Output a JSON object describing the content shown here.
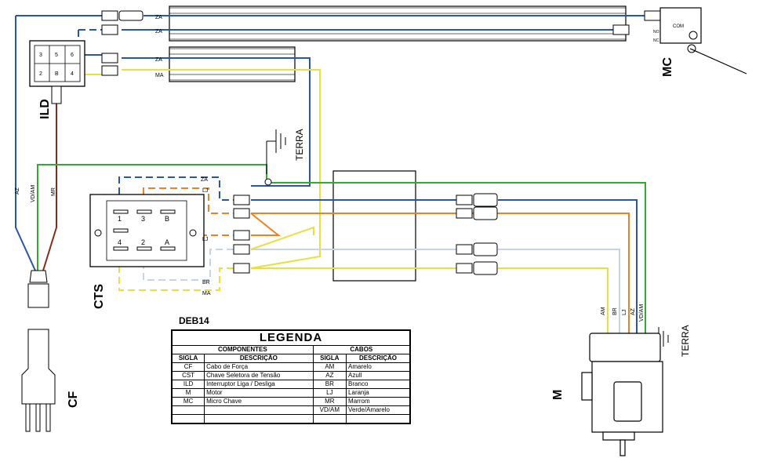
{
  "diagram": {
    "code": "DEB14",
    "components": {
      "ild": "ILD",
      "mc": "MC",
      "cts": "CTS",
      "cf": "CF",
      "motor": "M"
    },
    "ground_labels": [
      "TERRA",
      "TERRA"
    ],
    "wire_tags_top": [
      "ZA",
      "ZA",
      "ZA",
      "MA"
    ],
    "wire_tags_cts": [
      "ZA",
      "LJ",
      "LJ",
      "BR",
      "MA"
    ],
    "cable_labels_cf": [
      "AZ",
      "VD/AM",
      "MR"
    ],
    "motor_wire_labels": [
      "AM",
      "BR",
      "LJ",
      "AZ",
      "VD/AM"
    ],
    "microswitch_terminals": [
      "COM",
      "NO",
      "NC"
    ],
    "cts_terminals": [
      "1",
      "3",
      "B",
      "4",
      "2",
      "A"
    ],
    "ild_terminals": [
      "3",
      "5",
      "6",
      "2",
      "B",
      "4"
    ]
  },
  "legend": {
    "title": "LEGENDA",
    "components_header": "COMPONENTES",
    "cables_header": "CABOS",
    "col_sigla": "SIGLA",
    "col_descricao": "DESCRIÇÃO",
    "components": [
      {
        "sigla": "CF",
        "descricao": "Cabo de Força"
      },
      {
        "sigla": "CST",
        "descricao": "Chave Seletora de Tensão"
      },
      {
        "sigla": "ILD",
        "descricao": "Interruptor Liga / Desliga"
      },
      {
        "sigla": "M",
        "descricao": "Motor"
      },
      {
        "sigla": "MC",
        "descricao": "Micro Chave"
      },
      {
        "sigla": "",
        "descricao": ""
      },
      {
        "sigla": "",
        "descricao": ""
      }
    ],
    "cables": [
      {
        "sigla": "AM",
        "descricao": "Amarelo"
      },
      {
        "sigla": "AZ",
        "descricao": "Azull"
      },
      {
        "sigla": "BR",
        "descricao": "Branco"
      },
      {
        "sigla": "LJ",
        "descricao": "Laranja"
      },
      {
        "sigla": "MR",
        "descricao": "Marrom"
      },
      {
        "sigla": "VD/AM",
        "descricao": "Verde/Amarelo"
      },
      {
        "sigla": "",
        "descricao": ""
      }
    ]
  },
  "colors": {
    "blue": "#2a55a8",
    "yellow": "#e8e040",
    "green": "#33aa33",
    "orange": "#f08020",
    "brown": "#8b2a1a",
    "white_wire": "#c8d2ea"
  }
}
